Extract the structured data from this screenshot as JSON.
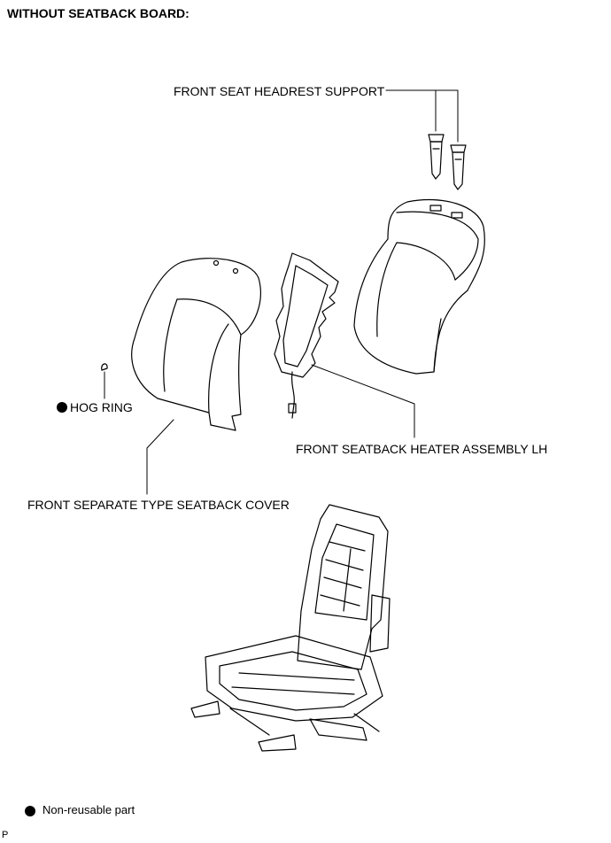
{
  "title": "WITHOUT SEATBACK BOARD:",
  "labels": {
    "headrest_support": "FRONT SEAT HEADREST SUPPORT",
    "hog_ring": "HOG RING",
    "heater_assembly": "FRONT SEATBACK HEATER ASSEMBLY LH",
    "seatback_cover": "FRONT SEPARATE TYPE SEATBACK COVER"
  },
  "legend": {
    "symbol": "filled-circle",
    "text": "Non-reusable part"
  },
  "corner_mark": "P"
}
